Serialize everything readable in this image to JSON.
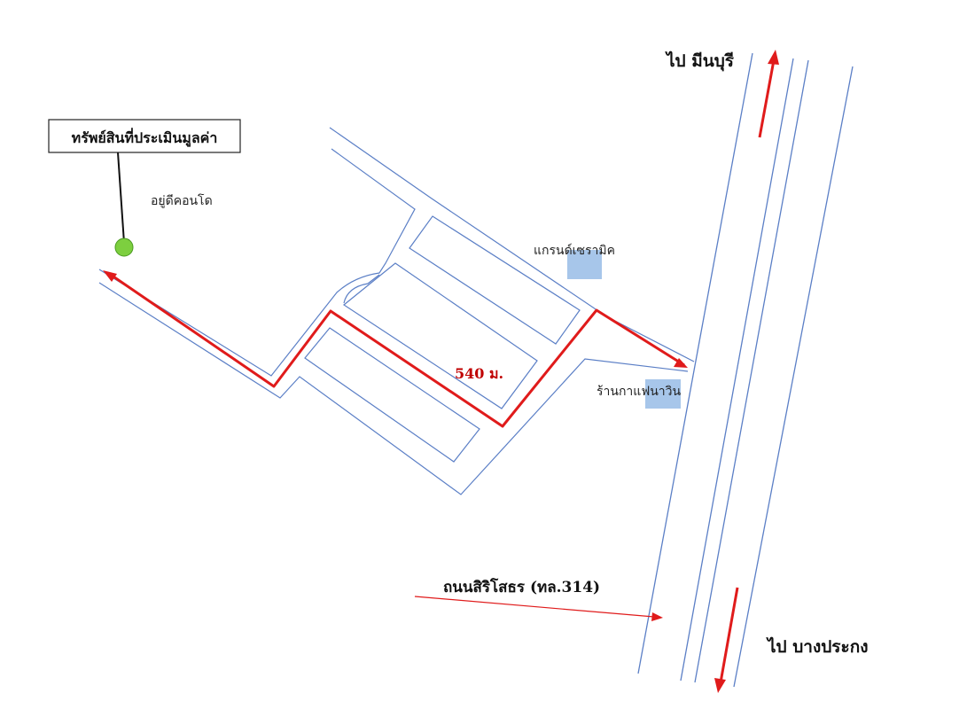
{
  "labels": {
    "property_box": "ทรัพย์สินที่ประเมินมูลค่า",
    "condo": "อยู่ดีคอนโด",
    "grand_ceramic": "แกรนด์เซรามิค",
    "coffee_shop": "ร้านกาแฟนาวิน",
    "distance": "540 ม.",
    "road_name": "ถนนสิริโสธร (ทล.314)",
    "to_min_buri": "ไป มีนบุรี",
    "to_bang_prakong": "ไป บางประกง"
  },
  "colors": {
    "road_line": "#5b7fc6",
    "route": "#e01b1b",
    "landmark_fill": "#a7c6ea",
    "property_marker": "#7dcf3f",
    "property_marker_stroke": "#4a9a20",
    "arrow_black": "#111111"
  },
  "icons": {
    "property_marker": "green-dot-marker",
    "landmark_marker": "blue-square-marker"
  }
}
